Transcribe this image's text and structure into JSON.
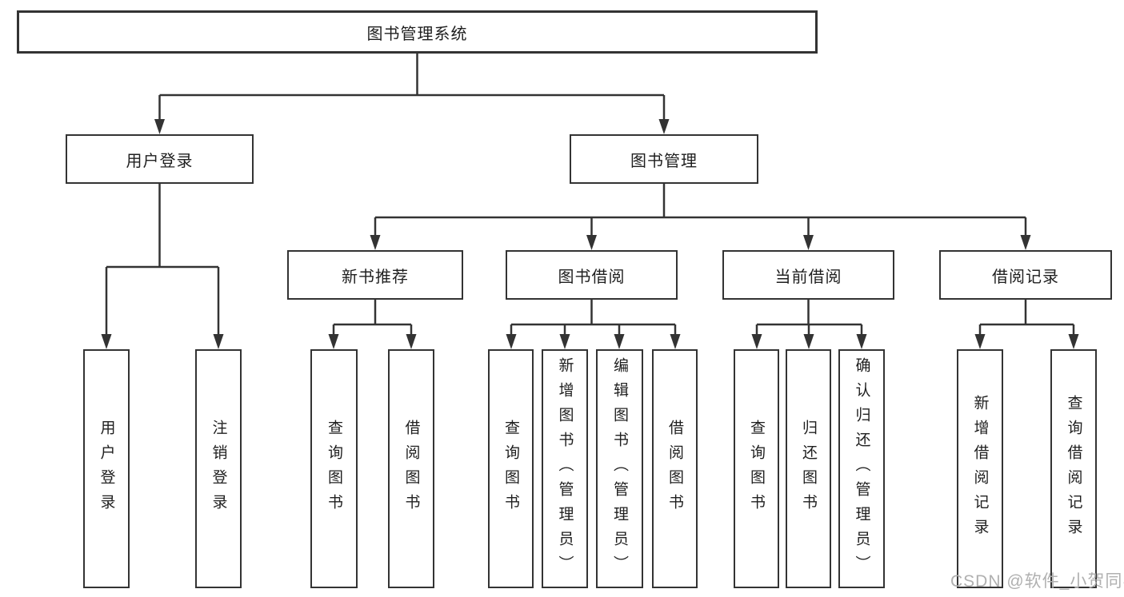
{
  "colors": {
    "line": "#333333",
    "text": "#1f1f1f",
    "box_fill": "#ffffff",
    "watermark": "#b0b0b0"
  },
  "tree": {
    "label": "图书管理系统",
    "children": [
      {
        "label": "用户登录",
        "children": [
          {
            "label": "用户登录"
          },
          {
            "label": "注销登录"
          }
        ]
      },
      {
        "label": "图书管理",
        "children": [
          {
            "label": "新书推荐",
            "children": [
              {
                "label": "查询图书"
              },
              {
                "label": "借阅图书"
              }
            ]
          },
          {
            "label": "图书借阅",
            "children": [
              {
                "label": "查询图书"
              },
              {
                "label": "新增图书（管理员）"
              },
              {
                "label": "编辑图书（管理员）"
              },
              {
                "label": "借阅图书"
              }
            ]
          },
          {
            "label": "当前借阅",
            "children": [
              {
                "label": "查询图书"
              },
              {
                "label": "归还图书"
              },
              {
                "label": "确认归还（管理员）"
              }
            ]
          },
          {
            "label": "借阅记录",
            "children": [
              {
                "label": "新增借阅记录"
              },
              {
                "label": "查询借阅记录"
              }
            ]
          }
        ]
      }
    ]
  },
  "watermark": "CSDN @软件_小贺同学"
}
